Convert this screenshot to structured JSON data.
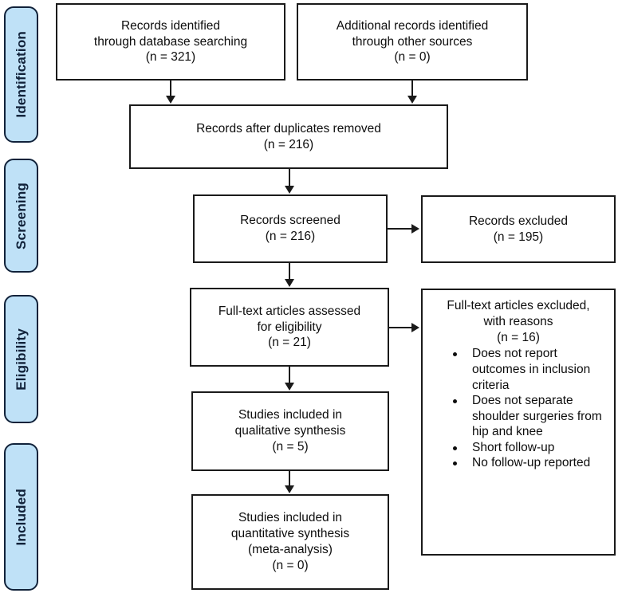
{
  "figure": {
    "type": "prisma-flow-diagram",
    "colors": {
      "stage_tab_fill": "#bfe1f7",
      "stage_tab_border": "#11223a",
      "node_border": "#1a1a1a",
      "node_fill": "#ffffff",
      "text": "#0d0d0d"
    }
  },
  "stages": [
    {
      "label": "Identification"
    },
    {
      "label": "Screening"
    },
    {
      "label": "Eligibility"
    },
    {
      "label": "Included"
    }
  ],
  "nodes": {
    "records_identified": {
      "lines": [
        "Records identified",
        "through database searching",
        "(n = 321)"
      ],
      "count": 321
    },
    "additional_records": {
      "lines": [
        "Additional records identified",
        "through other sources",
        "(n = 0)"
      ],
      "count": 0
    },
    "after_duplicates": {
      "lines": [
        "Records after duplicates removed",
        "(n = 216)"
      ],
      "count": 216
    },
    "records_screened": {
      "lines": [
        "Records screened",
        "(n = 216)"
      ],
      "count": 216
    },
    "records_excluded": {
      "lines": [
        "Records excluded",
        "(n = 195)"
      ],
      "count": 195
    },
    "fulltext_assessed": {
      "lines": [
        "Full-text articles assessed",
        "for eligibility",
        "(n = 21)"
      ],
      "count": 21
    },
    "fulltext_excluded": {
      "lines": [
        "Full-text articles excluded,",
        "with reasons",
        "(n = 16)"
      ],
      "count": 16,
      "reasons": [
        "Does not report outcomes in inclusion criteria",
        "Does not separate shoulder surgeries from hip and knee",
        "Short follow-up",
        "No follow-up reported"
      ]
    },
    "qualitative_synthesis": {
      "lines": [
        "Studies included in",
        "qualitative synthesis",
        "(n = 5)"
      ],
      "count": 5
    },
    "quantitative_synthesis": {
      "lines": [
        "Studies included in",
        "quantitative synthesis",
        "(meta-analysis)",
        "(n = 0)"
      ],
      "count": 0
    }
  }
}
